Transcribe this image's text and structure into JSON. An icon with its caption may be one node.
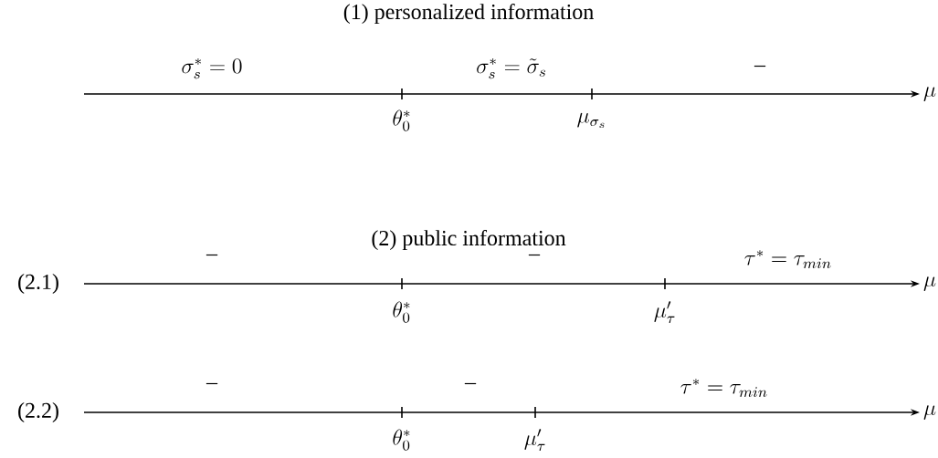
{
  "diagram": {
    "labels": [
      "(1) personalized information",
      "\\sigma_s^* = 0",
      "\\sigma_s^* = \\tilde{\\sigma}_s",
      "–",
      "\\mu",
      "\\theta_0^*",
      "\\mu_{\\sigma_s}",
      "(2) public information",
      "–",
      "–",
      "\\tau^* = \\tau_{min}",
      "(2.1)",
      "\\mu",
      "\\theta_0^*",
      "\\mu'_\\tau",
      "–",
      "–",
      "\\tau^* = \\tau_{min}",
      "(2.2)",
      "\\mu",
      "\\theta_0^*",
      "\\mu'_\\tau"
    ]
  }
}
